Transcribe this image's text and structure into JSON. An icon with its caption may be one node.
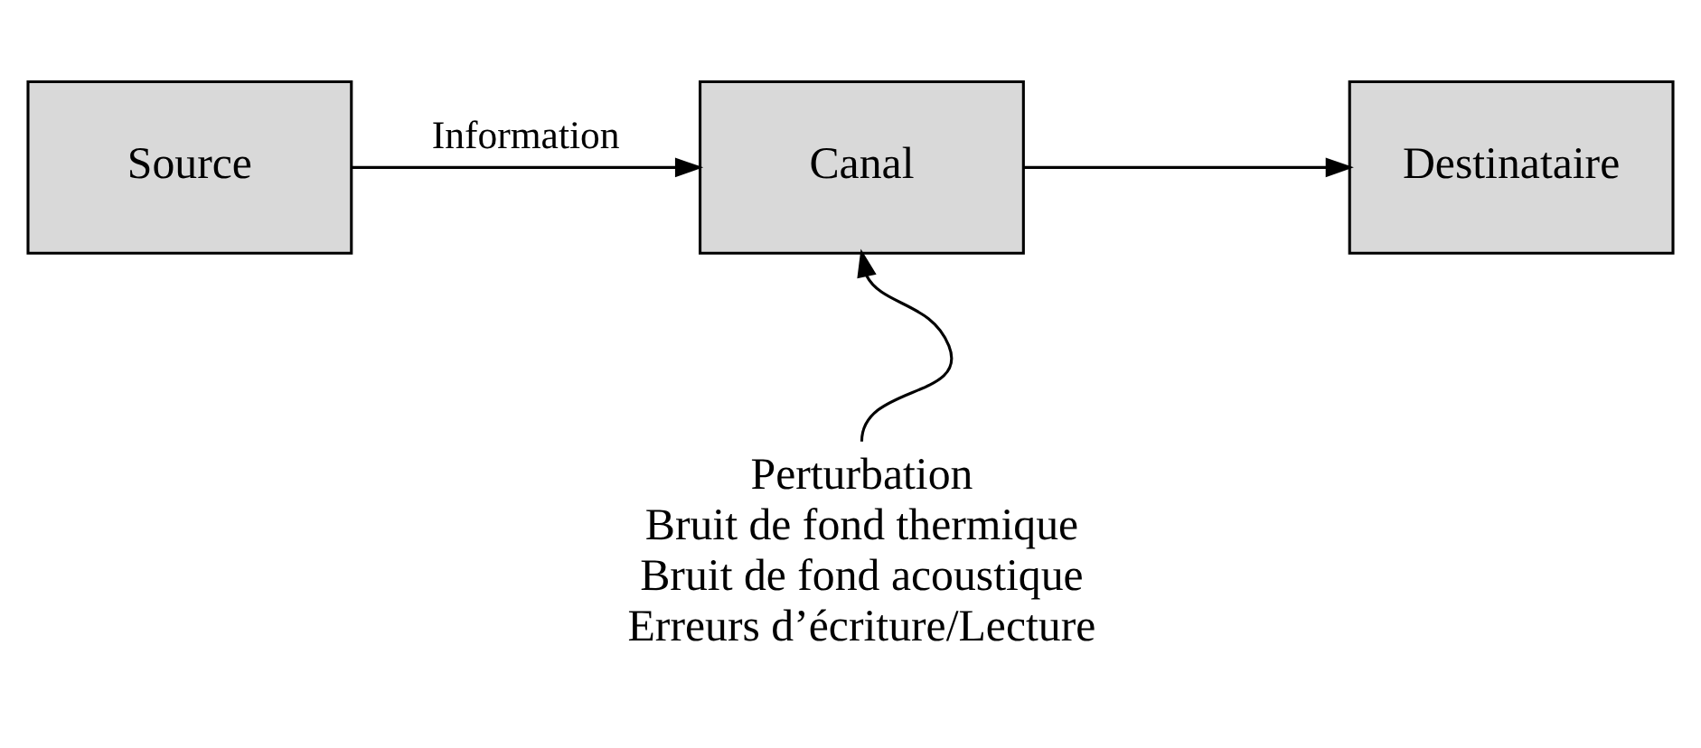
{
  "diagram": {
    "nodes": [
      {
        "text": [
          "Source"
        ]
      },
      {
        "text": [
          "Canal"
        ]
      },
      {
        "text": [
          "Destinataire"
        ]
      },
      {
        "text": [
          "Perturbation",
          "Bruit de fond thermique",
          "Bruit de fond acoustique",
          "Erreurs d’écriture/Lecture"
        ]
      }
    ],
    "edges": [
      {
        "from": 0,
        "to": 1,
        "arrow": "to",
        "label": "Information"
      },
      {
        "from": 1,
        "to": 2,
        "arrow": "to"
      },
      {
        "from": 3,
        "to": 1,
        "arrow": "to"
      }
    ]
  }
}
